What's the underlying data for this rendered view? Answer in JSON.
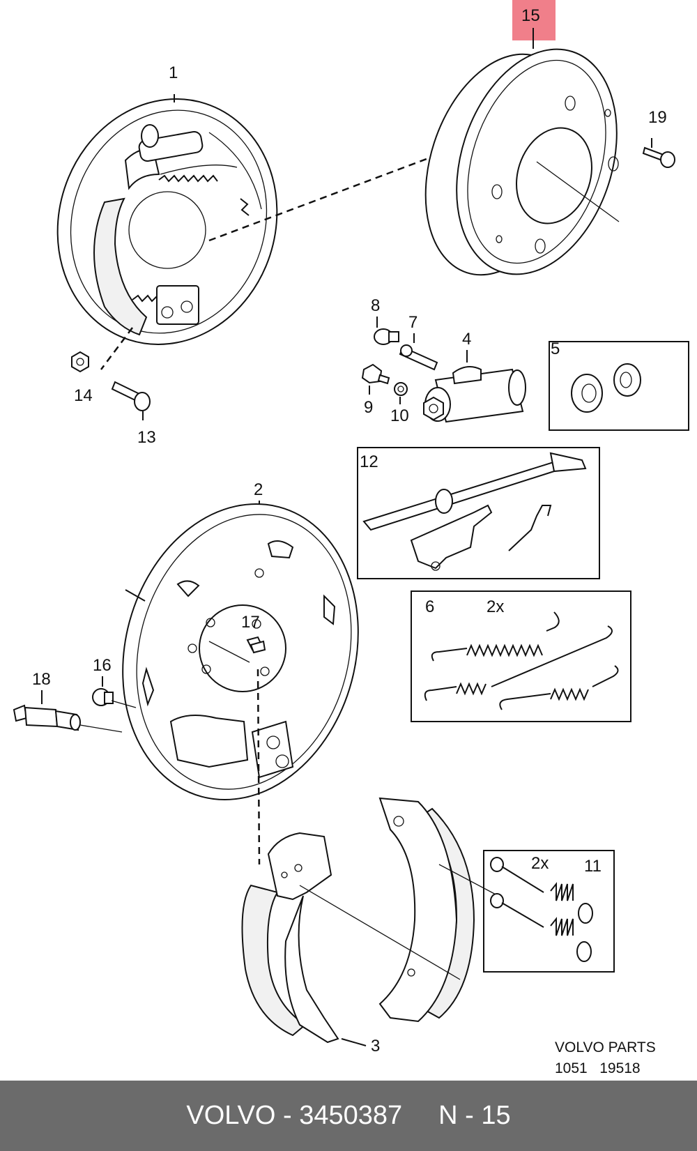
{
  "diagram": {
    "callouts": {
      "c1": "1",
      "c2": "2",
      "c3": "3",
      "c4": "4",
      "c5": "5",
      "c6": "6",
      "c7": "7",
      "c8": "8",
      "c9": "9",
      "c10": "10",
      "c11": "11",
      "c12": "12",
      "c13": "13",
      "c14": "14",
      "c15": "15",
      "c16": "16",
      "c17": "17",
      "c18": "18",
      "c19": "19"
    },
    "annotations": {
      "kit6": "2x",
      "kit11": "2x"
    },
    "highlight_color": "#f07f8a",
    "highlighted_part": "15"
  },
  "watermark": {
    "line1": "VOLVO PARTS",
    "line2": "1051   19518"
  },
  "footer": {
    "brand_part": "VOLVO - 3450387",
    "ref": "N - 15",
    "background": "#6b6b6b"
  }
}
